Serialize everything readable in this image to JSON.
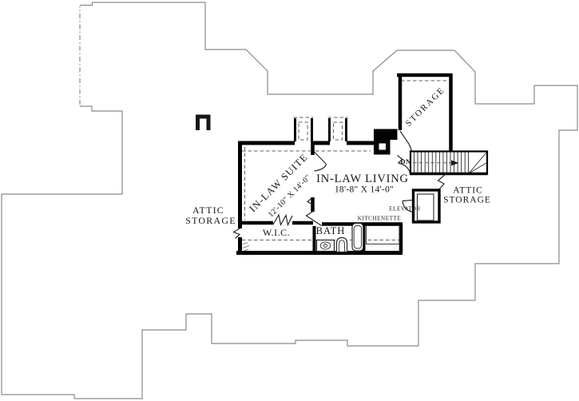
{
  "labels": {
    "attic_storage_left": {
      "line1": "ATTIC",
      "line2": "STORAGE"
    },
    "attic_storage_right": {
      "line1": "ATTIC",
      "line2": "STORAGE"
    },
    "in_law_suite": {
      "name": "IN-LAW SUITE",
      "dimensions": "12'-10\" X 14'-0\""
    },
    "in_law_living": {
      "name": "IN-LAW LIVING",
      "dimensions": "18'-8\" X 14'-0\""
    },
    "storage": {
      "name": "STORAGE"
    },
    "wic": {
      "name": "W.I.C."
    },
    "bath": {
      "name": "BATH"
    },
    "kitchenette": {
      "name": "KITCHENETTE"
    },
    "elevator": {
      "name": "ELEVATOR"
    },
    "stairs": {
      "direction": "DN"
    }
  },
  "colors": {
    "background": "#ffffff",
    "wall": "#030303",
    "roof_outline": "#8a8a8a",
    "knee_wall_dash": "#5f5f5f",
    "text": "#161616"
  }
}
